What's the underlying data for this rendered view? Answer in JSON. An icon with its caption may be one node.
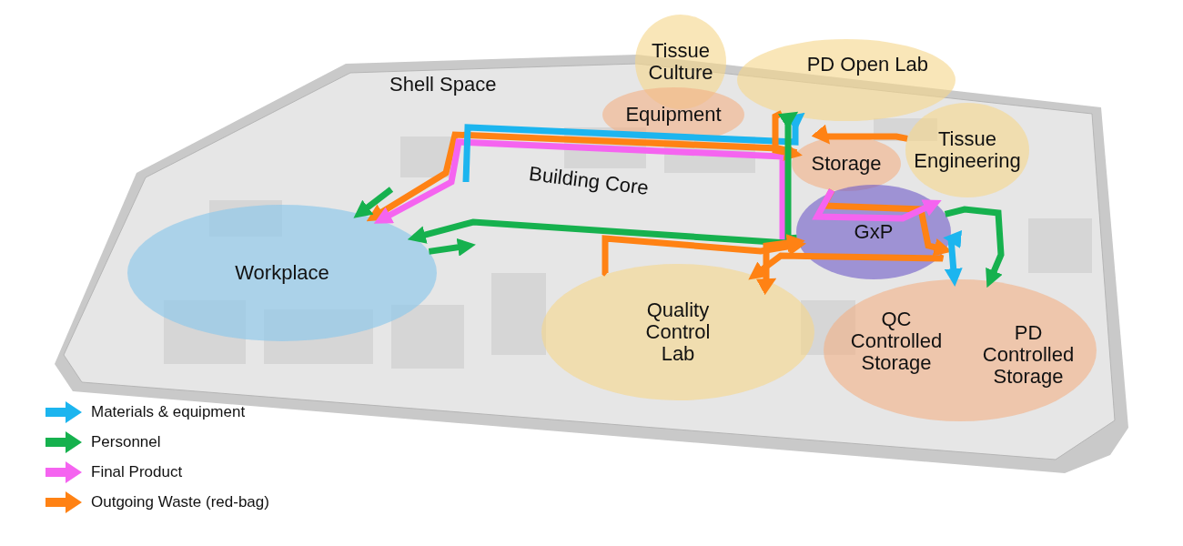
{
  "diagram": {
    "nodes": [
      {
        "text": [
          "Tissue Culture"
        ]
      },
      {
        "text": [
          "PD Open Lab"
        ]
      },
      {
        "text": [
          "Equipment"
        ]
      },
      {
        "text": [
          "Tissue Engineering"
        ]
      },
      {
        "text": [
          "Storage"
        ]
      },
      {
        "text": [
          "GxP"
        ]
      },
      {
        "text": [
          "Workplace"
        ]
      },
      {
        "text": [
          "Quality Control Lab"
        ]
      },
      {
        "text": [
          "QC Controlled Storage",
          "PD Controlled Storage"
        ]
      }
    ],
    "edges": [
      {
        "from": 4,
        "to": 6,
        "arrow": "to"
      },
      {
        "from": 5,
        "to": 6,
        "arrow": "to",
        "color": "#f564f0"
      },
      {
        "from": null,
        "to": 1,
        "arrow": "to",
        "color": "#1cb5ef"
      },
      {
        "from": 1,
        "to": 4,
        "arrow": "to"
      },
      {
        "from": 5,
        "to": 1,
        "arrow": "to",
        "color": "#16b14e"
      },
      {
        "from": 3,
        "to": 4,
        "arrow": "to"
      },
      {
        "from": null,
        "to": 6,
        "arrow": "to",
        "color": "#16b14e"
      },
      {
        "from": 5,
        "to": 6,
        "arrow": "to",
        "color": "#16b14e"
      },
      {
        "from": 6,
        "to": null,
        "arrow": "to",
        "color": "#16b14e"
      },
      {
        "from": 7,
        "to": 5,
        "arrow": "to"
      },
      {
        "from": 7,
        "to": 5,
        "arrow": "both"
      },
      {
        "from": 5,
        "to": 7,
        "arrow": "to"
      },
      {
        "from": 4,
        "to": 5,
        "arrow": "to"
      },
      {
        "from": 4,
        "to": 5,
        "arrow": "to",
        "color": "#f564f0"
      },
      {
        "from": 5,
        "to": 8,
        "arrow": "both",
        "color": "#1cb5ef"
      },
      {
        "from": 5,
        "to": 8,
        "arrow": "to",
        "color": "#16b14e"
      }
    ],
    "labels": [
      "Shell Space",
      "Building Core"
    ],
    "legend": [
      {
        "text": "Materials & equipment",
        "color": "#1cb5ef"
      },
      {
        "text": "Personnel",
        "color": "#16b14e"
      },
      {
        "text": "Final Product",
        "color": "#f564f0"
      },
      {
        "text": "Outgoing Waste (red-bag)",
        "color": "#ff8214"
      }
    ]
  }
}
